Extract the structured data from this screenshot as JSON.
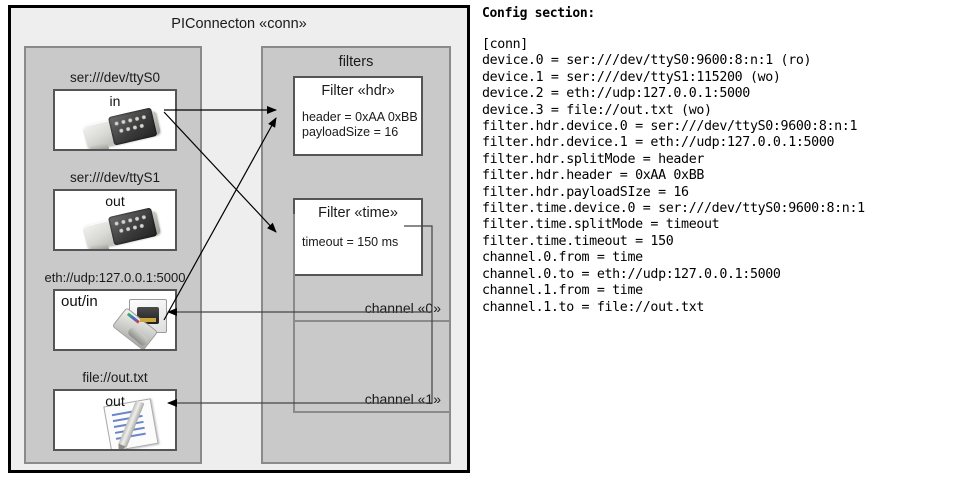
{
  "diagram": {
    "title": "PIConnecton «conn»",
    "devices_panel": {
      "devices": [
        {
          "label": "ser:///dev/ttyS0",
          "direction": "in",
          "icon": "serial-port-icon"
        },
        {
          "label": "ser:///dev/ttyS1",
          "direction": "out",
          "icon": "serial-port-icon"
        },
        {
          "label": "eth://udp:127.0.0.1:5000",
          "direction": "out/in",
          "icon": "ethernet-jack-icon"
        },
        {
          "label": "file://out.txt",
          "direction": "out",
          "icon": "notepad-pencil-icon"
        }
      ]
    },
    "filters_panel": {
      "title": "filters",
      "filters": [
        {
          "title": "Filter «hdr»",
          "attrs": "header = 0xAA 0xBB\npayloadSize = 16"
        },
        {
          "title": "Filter «time»",
          "attrs": "timeout = 150 ms"
        }
      ],
      "channels": [
        {
          "label": "channel «0»"
        },
        {
          "label": "channel «1»"
        }
      ]
    }
  },
  "config": {
    "heading": "Config section:",
    "code": "[conn]\ndevice.0 = ser:///dev/ttyS0:9600:8:n:1 (ro)\ndevice.1 = ser:///dev/ttyS1:115200 (wo)\ndevice.2 = eth://udp:127.0.0.1:5000\ndevice.3 = file://out.txt (wo)\nfilter.hdr.device.0 = ser:///dev/ttyS0:9600:8:n:1\nfilter.hdr.device.1 = eth://udp:127.0.0.1:5000\nfilter.hdr.splitMode = header\nfilter.hdr.header = 0xAA 0xBB\nfilter.hdr.payloadSIze = 16\nfilter.time.device.0 = ser:///dev/ttyS0:9600:8:n:1\nfilter.time.splitMode = timeout\nfilter.time.timeout = 150\nchannel.0.from = time\nchannel.0.to = eth://udp:127.0.0.1:5000\nchannel.1.from = time\nchannel.1.to = file://out.txt"
  },
  "colors": {
    "panel_fill": "#c9c9c9",
    "outer_fill": "#eeeeee",
    "node_fill": "#ffffff",
    "stroke": "#555555"
  }
}
